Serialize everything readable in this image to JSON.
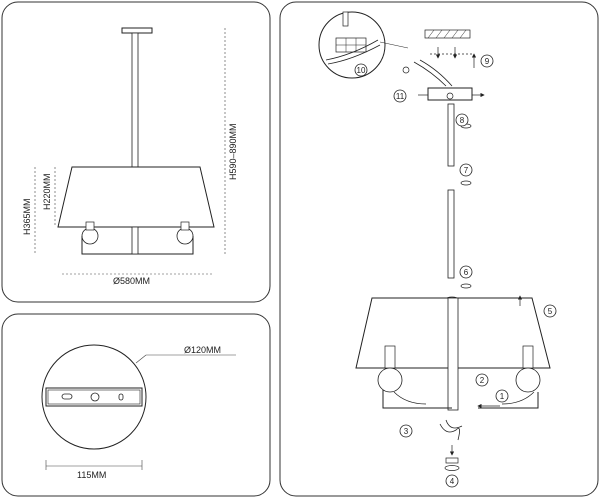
{
  "dimensions": {
    "overall_height": "H590–890MM",
    "shade_height": "H220MM",
    "body_height": "H365MM",
    "diameter": "Ø580MM",
    "canopy_diameter": "Ø120MM",
    "bracket_width": "115MM"
  },
  "steps": [
    "1",
    "2",
    "3",
    "4",
    "5",
    "6",
    "7",
    "8",
    "9",
    "10",
    "11"
  ]
}
